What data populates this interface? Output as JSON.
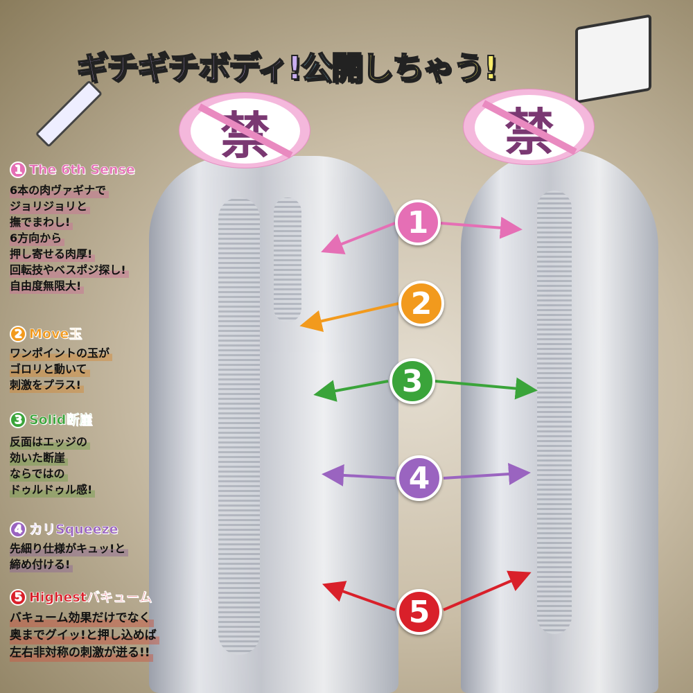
{
  "title": {
    "part1": "ギチギチボディ!",
    "part2": "公開",
    "part3": "しちゃう!"
  },
  "censor_label": "禁",
  "colors": {
    "f1": "#e56fb5",
    "f2": "#f29a1d",
    "f3": "#3aa43a",
    "f4": "#9a64c0",
    "f5": "#d9202a"
  },
  "features": [
    {
      "num": "1",
      "title": "The 6th Sense",
      "lines": [
        "6本の肉ヴァギナで",
        "ジョリジョリと",
        "撫でまわし!",
        "6方向から",
        "押し寄せる肉厚!",
        "回転技やベスポジ探し!",
        "自由度無限大!"
      ]
    },
    {
      "num": "2",
      "title": "Move玉",
      "lines": [
        "ワンポイントの玉が",
        "ゴロリと動いて",
        "刺激をプラス!"
      ]
    },
    {
      "num": "3",
      "title": "Solid断崖",
      "lines": [
        "反面はエッジの",
        "効いた断崖",
        "ならではの",
        "ドゥルドゥル感!"
      ]
    },
    {
      "num": "4",
      "title": "カリSqueeze",
      "lines": [
        "先細り仕様がキュッ!と",
        "締め付ける!"
      ]
    },
    {
      "num": "5",
      "title": "Highestバキューム",
      "lines": [
        "バキューム効果だけでなく",
        "奥までグイッ!と押し込めば",
        "左右非対称の刺激が迸る!!"
      ]
    }
  ]
}
